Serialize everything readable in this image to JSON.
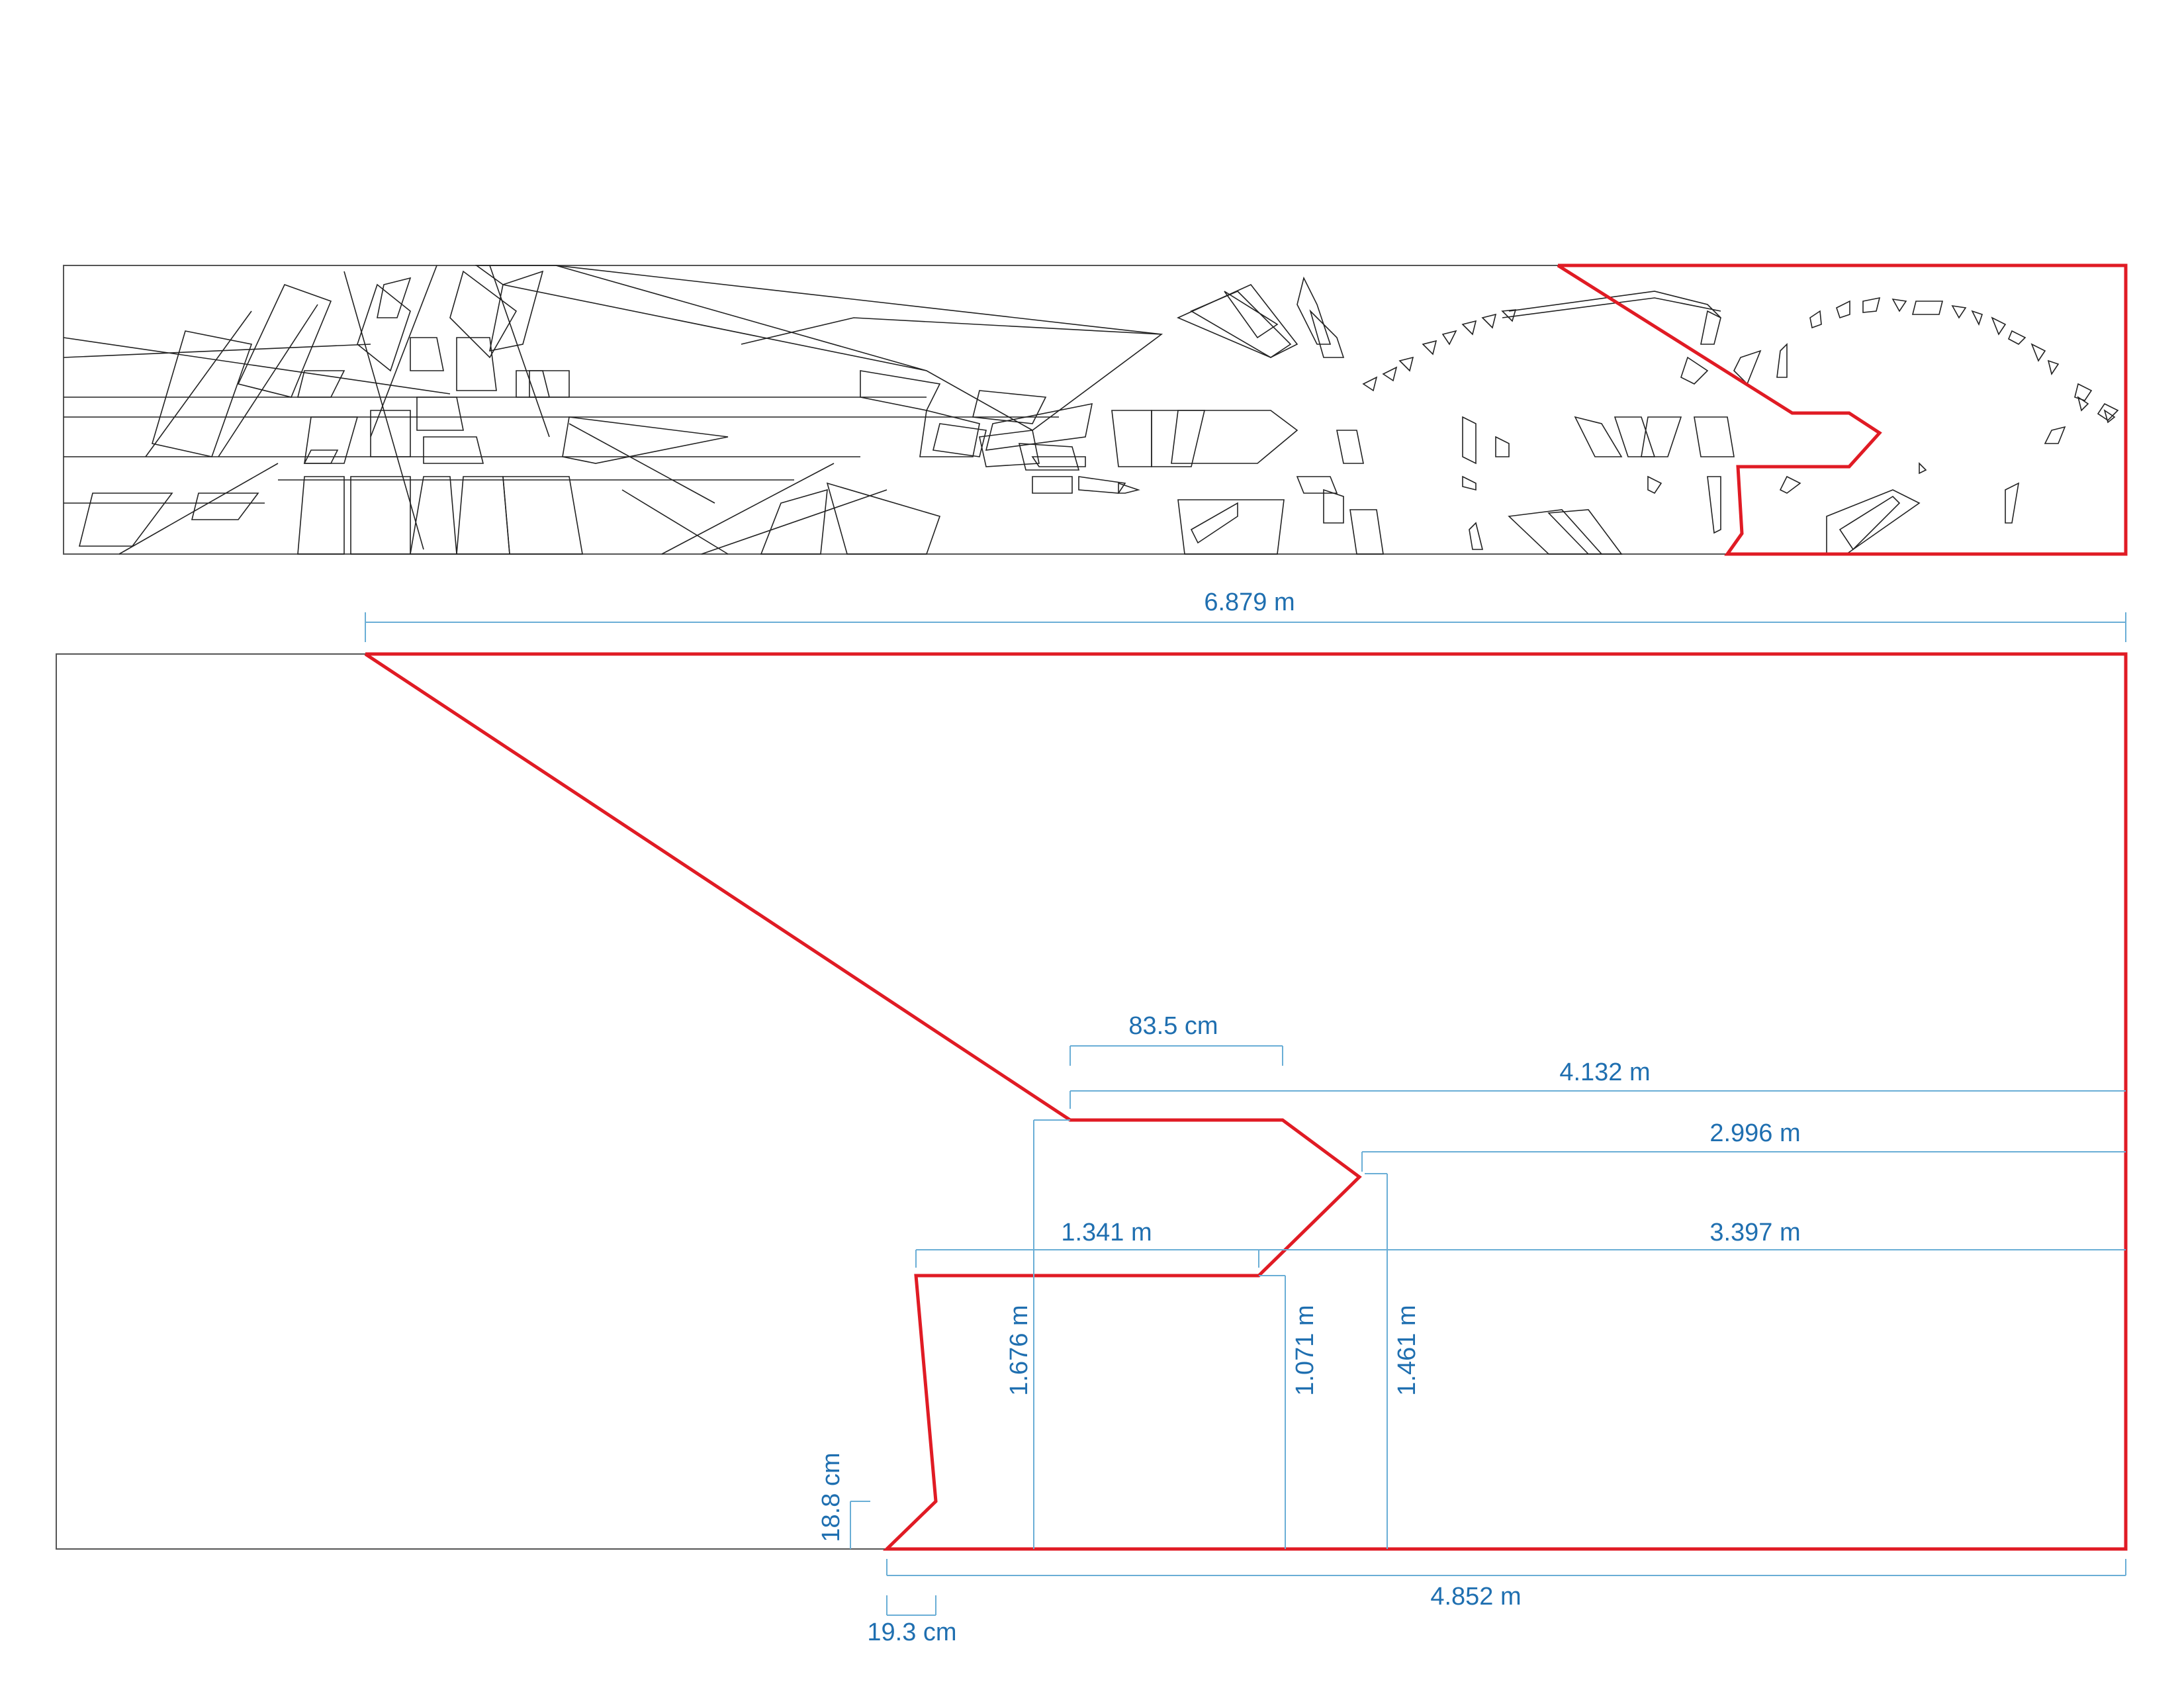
{
  "colors": {
    "cut_outline": "#e01b24",
    "dimension": "#1f6fb0",
    "dimension_line": "#6aaed6",
    "frame": "#555555",
    "pattern": "#222222"
  },
  "dimensions": {
    "overall_top_width": "6.879 m",
    "notch_top_width": "83.5 cm",
    "upper_step_width": "4.132 m",
    "point_offset": "2.996 m",
    "lower_step_width": "1.341 m",
    "lower_right_width": "3.397 m",
    "upper_step_height": "1.676 m",
    "lower_step_height": "1.071 m",
    "point_height": "1.461 m",
    "corner_height": "18.8 cm",
    "corner_width": "19.3 cm",
    "base_width": "4.852 m"
  }
}
